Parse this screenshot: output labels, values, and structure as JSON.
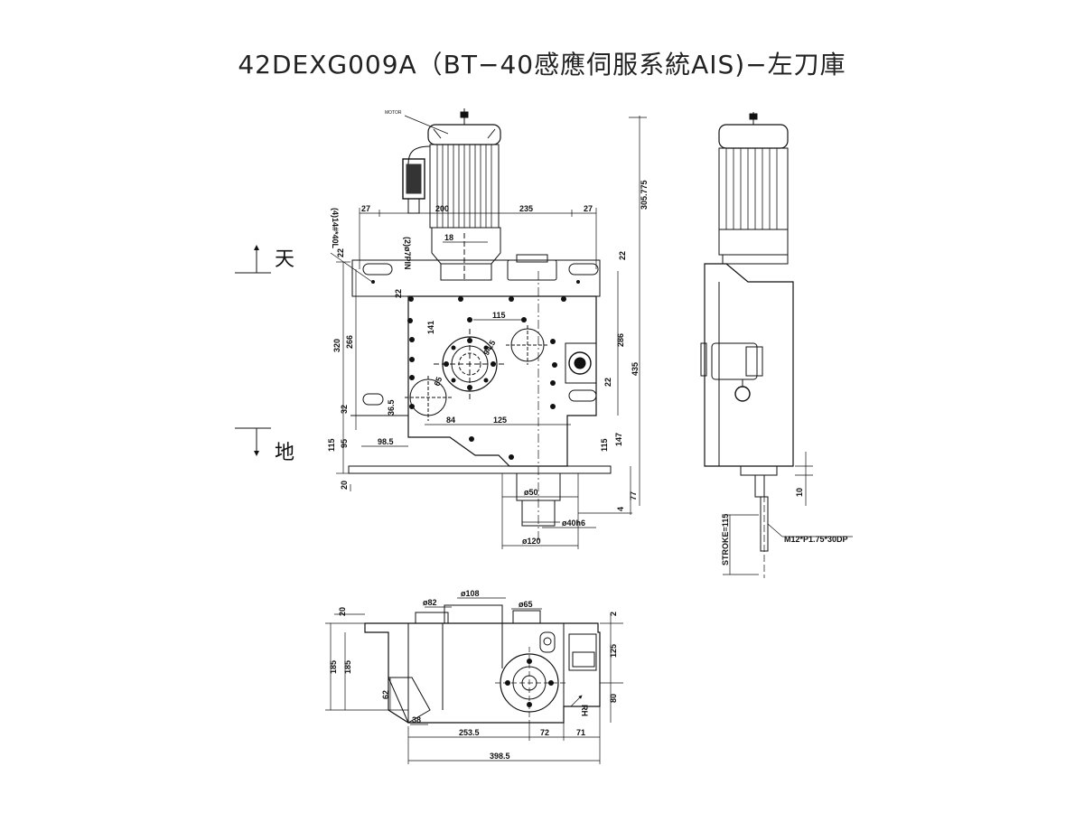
{
  "title": "42DEXG009A（BT−40感應伺服系統AIS)−左刀庫",
  "labels": {
    "top": "天",
    "bottom": "地"
  },
  "front_view": {
    "dims": {
      "d27a": "27",
      "d200": "200",
      "d235": "235",
      "d27b": "27",
      "d18": "18",
      "d305": "305.775",
      "d22a": "22",
      "d22b": "22",
      "d22c": "22",
      "d22d": "22",
      "d320": "320",
      "d266": "266",
      "d141": "141",
      "d115": "115",
      "d286": "286",
      "d435": "435",
      "d32": "32",
      "d36_5": "36.5",
      "d84": "84",
      "d125": "125",
      "d115b": "115",
      "d95": "95",
      "d98_5": "98.5",
      "d115c": "115",
      "d147": "147",
      "d20": "20",
      "d4": "4",
      "d77": "77",
      "d50": "ø50",
      "d40h6": "ø40h6",
      "d120": "ø120",
      "d94_5": "94.5",
      "d65": "65"
    },
    "notes": {
      "bolt": "(4)14#*40L",
      "pin": "(2)ø7PIN",
      "motor": "MOTOR"
    }
  },
  "side_view": {
    "dims": {
      "d10": "10",
      "stroke": "STROKE=115",
      "thread": "M12*P1.75*30DP"
    }
  },
  "bottom_view": {
    "dims": {
      "d20": "20",
      "d2": "2",
      "d82": "ø82",
      "d108": "ø108",
      "d65": "ø65",
      "d185a": "185",
      "d185b": "185",
      "d62": "62",
      "d38": "38",
      "d125": "125",
      "d80": "80",
      "d253_5": "253.5",
      "d72": "72",
      "d71": "71",
      "d398_5": "398.5",
      "rh": "RH"
    }
  }
}
